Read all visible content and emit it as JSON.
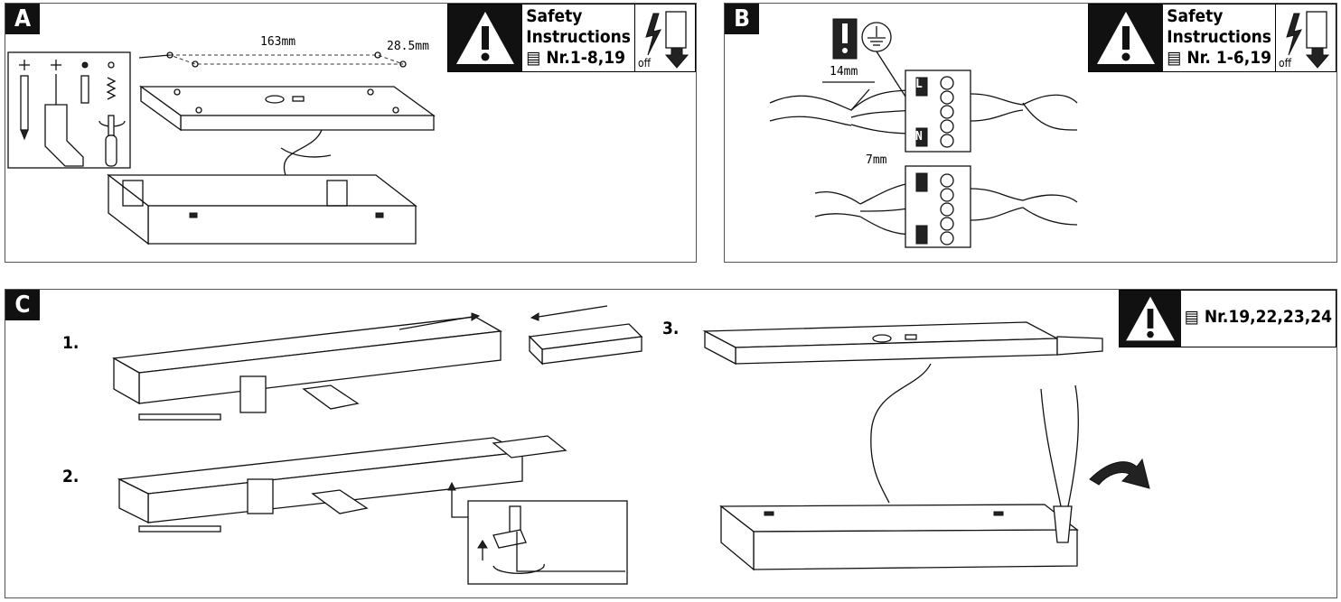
{
  "panels": {
    "a": {
      "tag": "A",
      "dim_long": "163mm",
      "dim_short": "28.5mm",
      "safety": {
        "title_line1": "Safety",
        "title_line2": "Instructions",
        "ref": "Nr.1-8,19",
        "off": "off"
      }
    },
    "b": {
      "tag": "B",
      "strip_length": "14mm",
      "wire_end_length": "7mm",
      "terminal_labels": [
        "L",
        "N"
      ],
      "safety": {
        "title_line1": "Safety",
        "title_line2": "Instructions",
        "ref": "Nr. 1-6,19",
        "off": "off"
      }
    },
    "c": {
      "tag": "C",
      "steps": [
        "1.",
        "2.",
        "3."
      ],
      "safety_ref": "Nr.19,22,23,24"
    }
  }
}
